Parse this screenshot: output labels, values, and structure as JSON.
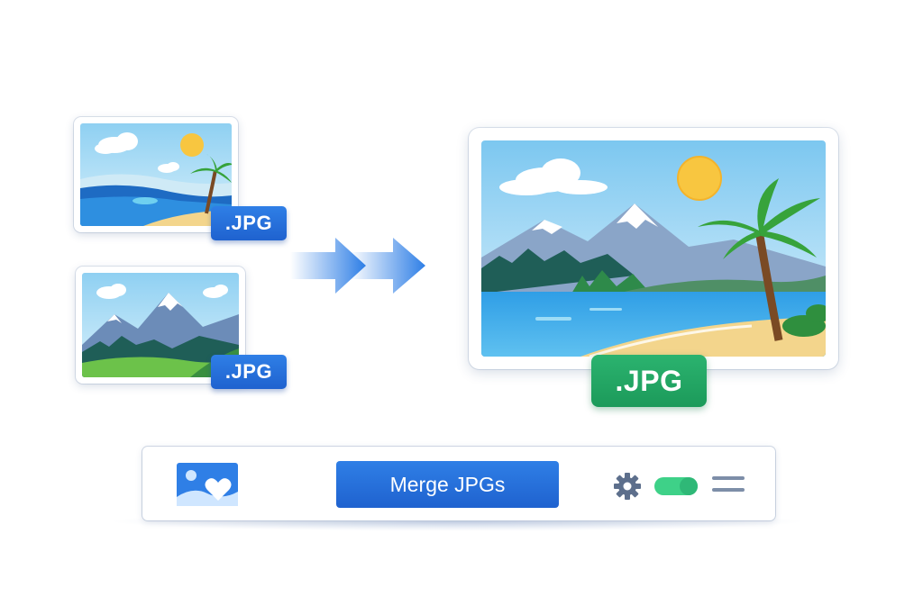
{
  "inputs": [
    {
      "scene": "beach",
      "badge": ".JPG"
    },
    {
      "scene": "mountain",
      "badge": ".JPG"
    }
  ],
  "output": {
    "scene": "mountain-beach",
    "badge": ".JPG"
  },
  "toolbar": {
    "logo_icon": "image-heart-icon",
    "merge_label": "Merge JPGs",
    "settings_icon": "gear-icon",
    "toggle_on": true,
    "menu_icon": "hamburger-menu-icon"
  },
  "colors": {
    "accent_blue": "#1f62cf",
    "output_green": "#1c9a5a",
    "toggle_green": "#3ed188"
  }
}
